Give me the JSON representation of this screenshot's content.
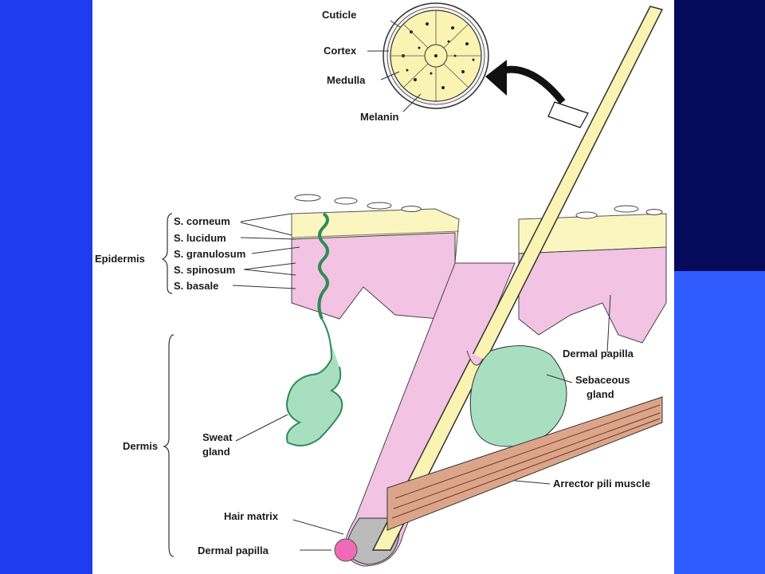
{
  "diagram": {
    "hair_cross_section": {
      "cuticle": "Cuticle",
      "cortex": "Cortex",
      "medulla": "Medulla",
      "melanin": "Melanin"
    },
    "epidermis": {
      "group_label": "Epidermis",
      "layers": [
        "S. corneum",
        "S. lucidum",
        "S. granulosum",
        "S. spinosum",
        "S. basale"
      ]
    },
    "dermis": {
      "group_label": "Dermis",
      "sweat_gland_line1": "Sweat",
      "sweat_gland_line2": "gland",
      "hair_matrix": "Hair matrix",
      "dermal_papilla_bottom": "Dermal papilla"
    },
    "right_labels": {
      "dermal_papilla": "Dermal papilla",
      "sebaceous_line1": "Sebaceous",
      "sebaceous_line2": "gland",
      "arrector_pili": "Arrector pili muscle"
    },
    "colors": {
      "background_blue": "#1f3cf0",
      "dark_navy": "#050a5a",
      "epidermis_pink": "#f2c3e3",
      "corneum_yellow": "#fbf6c0",
      "gland_green": "#a9dfc1",
      "muscle_brown": "#dca58a"
    }
  }
}
